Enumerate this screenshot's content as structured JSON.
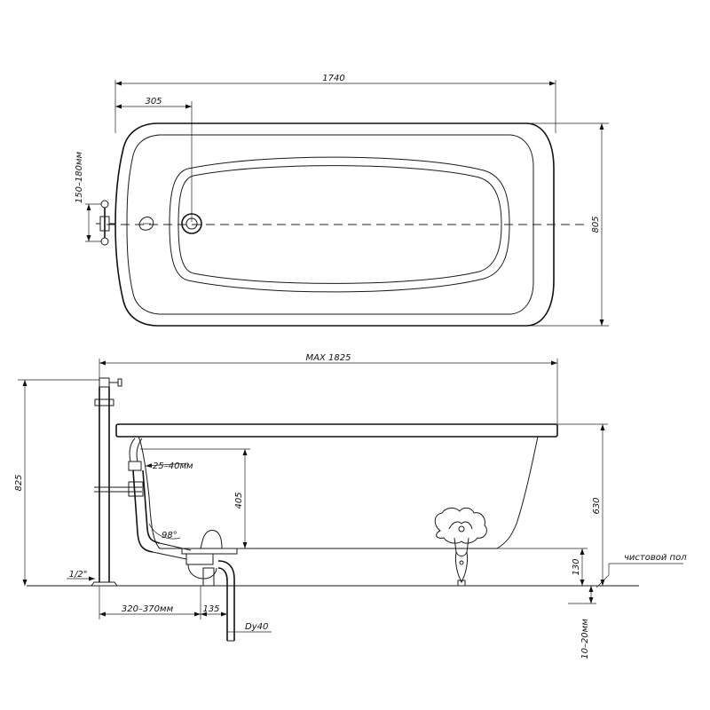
{
  "top_view": {
    "overall_length": "1740",
    "drain_offset": "305",
    "width": "805",
    "tap_spacing": "150–180мм"
  },
  "side_view": {
    "max_length": "MAX 1825",
    "tap_height": "825",
    "inner_depth": "405",
    "total_height": "630",
    "floor_clearance": "130",
    "pipe_offset": "25–40мм",
    "angle": "98°",
    "thread": "1/2\"",
    "drain_distance": "320–370мм",
    "drain_offset_small": "135",
    "pipe_diameter": "Dy40",
    "floor_tolerance": "10–20мм",
    "floor_label": "чистовой пол"
  }
}
